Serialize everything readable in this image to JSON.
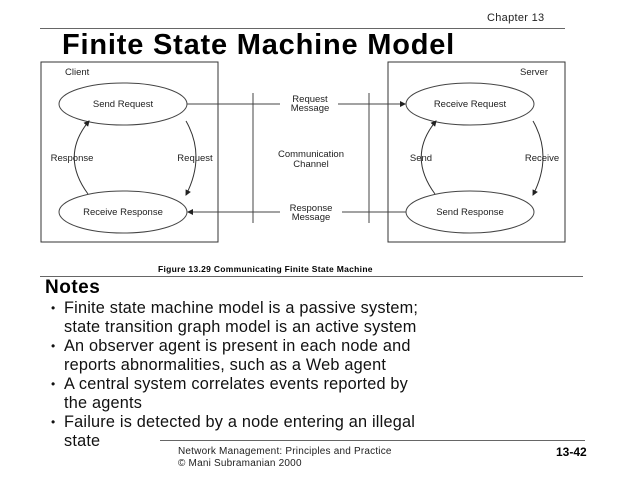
{
  "header": {
    "chapter": "Chapter 13",
    "title": "Finite State Machine Model"
  },
  "figure": {
    "client": {
      "label": "Client",
      "states": [
        "Send Request",
        "Receive Response"
      ],
      "transitions": {
        "left": "Response",
        "right": "Request"
      }
    },
    "server": {
      "label": "Server",
      "states": [
        "Receive Request",
        "Send Response"
      ],
      "transitions": {
        "left": "Send",
        "right": "Receive"
      }
    },
    "channel": {
      "label_line1": "Communication",
      "label_line2": "Channel",
      "top_message_line1": "Request",
      "top_message_line2": "Message",
      "bottom_message_line1": "Response",
      "bottom_message_line2": "Message"
    },
    "caption": "Figure 13.29 Communicating Finite State Machine"
  },
  "notes": {
    "heading": "Notes",
    "bullet_glyph": "•",
    "items": [
      {
        "line1": "Finite state machine model is a passive system;",
        "line2": "state transition graph model is an active system"
      },
      {
        "line1": "An observer agent is present in each node and",
        "line2": "reports abnormalities, such as a Web agent"
      },
      {
        "line1": "A central system correlates events reported by",
        "line2": "the agents"
      },
      {
        "line1": "Failure is detected by a node entering an illegal",
        "line2": "state"
      }
    ]
  },
  "footer": {
    "line1": "Network Management: Principles and Practice",
    "line2": "© Mani Subramanian 2000",
    "page_number": "13-42"
  }
}
